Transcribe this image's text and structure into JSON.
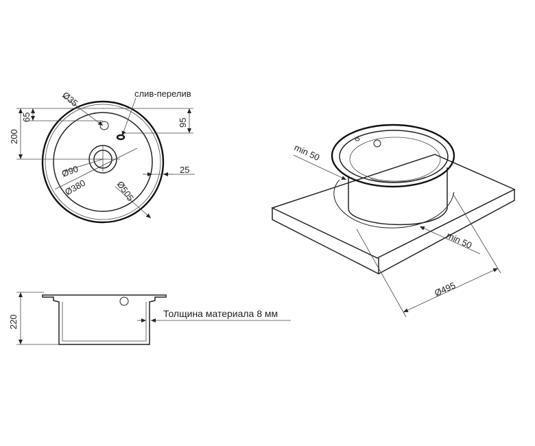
{
  "labels": {
    "drain_overflow": "слив-перелив",
    "d35": "Ø35",
    "d65": "65",
    "d200": "200",
    "d95": "95",
    "d90": "Ø90",
    "d380": "Ø380",
    "d505": "Ø505",
    "d25": "25",
    "d220": "220",
    "thickness": "Толщина материала 8 мм",
    "min50_top": "min 50",
    "min50_bottom": "min 50",
    "d495": "Ø495"
  }
}
